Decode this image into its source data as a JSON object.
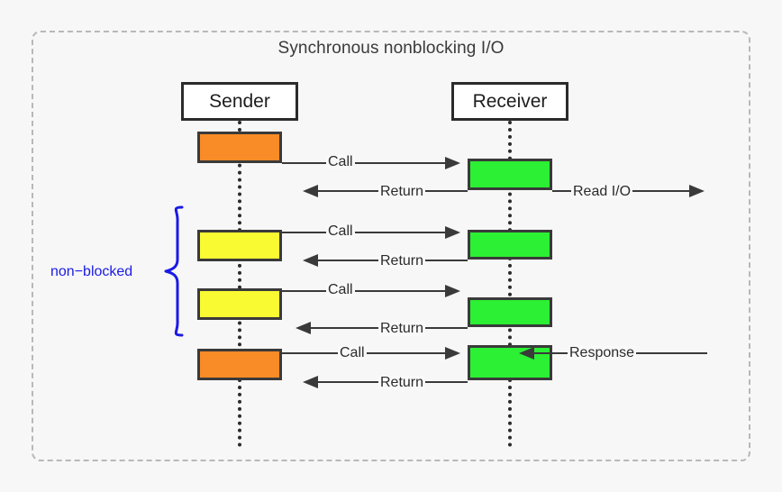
{
  "diagram": {
    "title": "Synchronous nonblocking I/O",
    "type": "uml-sequence-diagram",
    "background_color": "#f7f7f7",
    "frame_border_color": "#b8b8b8"
  },
  "actors": [
    {
      "id": "sender",
      "label": "Sender"
    },
    {
      "id": "receiver",
      "label": "Receiver"
    }
  ],
  "colors": {
    "orange": "#fa8c28",
    "green": "#2bf033",
    "yellow": "#fafa33",
    "box_border": "#3a3a3a",
    "line": "#3a3a3a",
    "annotation_blue": "#1a1ae6",
    "title_text": "#3a3a3a"
  },
  "activations": [
    {
      "actor": "sender",
      "state": "blocked",
      "color": "#fa8c28"
    },
    {
      "actor": "receiver",
      "state": "processing",
      "color": "#2bf033"
    },
    {
      "actor": "sender",
      "state": "non-blocked",
      "color": "#fafa33"
    },
    {
      "actor": "receiver",
      "state": "processing",
      "color": "#2bf033"
    },
    {
      "actor": "sender",
      "state": "non-blocked",
      "color": "#fafa33"
    },
    {
      "actor": "receiver",
      "state": "processing",
      "color": "#2bf033"
    },
    {
      "actor": "sender",
      "state": "blocked",
      "color": "#fa8c28"
    },
    {
      "actor": "receiver",
      "state": "processing",
      "color": "#2bf033"
    }
  ],
  "messages": [
    {
      "id": "call-1",
      "label": "Call",
      "from": "sender",
      "to": "receiver",
      "direction": "right"
    },
    {
      "id": "return-1",
      "label": "Return",
      "from": "receiver",
      "to": "sender",
      "direction": "left"
    },
    {
      "id": "read-io",
      "label": "Read I/O",
      "from": "receiver",
      "to": "external",
      "direction": "right"
    },
    {
      "id": "call-2",
      "label": "Call",
      "from": "sender",
      "to": "receiver",
      "direction": "right"
    },
    {
      "id": "return-2",
      "label": "Return",
      "from": "receiver",
      "to": "sender",
      "direction": "left"
    },
    {
      "id": "call-3",
      "label": "Call",
      "from": "sender",
      "to": "receiver",
      "direction": "right"
    },
    {
      "id": "return-3",
      "label": "Return",
      "from": "receiver",
      "to": "sender",
      "direction": "left"
    },
    {
      "id": "call-4",
      "label": "Call",
      "from": "sender",
      "to": "receiver",
      "direction": "right"
    },
    {
      "id": "response",
      "label": "Response",
      "from": "external",
      "to": "receiver",
      "direction": "left"
    },
    {
      "id": "return-4",
      "label": "Return",
      "from": "receiver",
      "to": "sender",
      "direction": "left"
    }
  ],
  "annotations": [
    {
      "id": "non-blocked",
      "label": "non−blocked",
      "color": "#1a1ae6",
      "shape": "curly-brace"
    }
  ]
}
